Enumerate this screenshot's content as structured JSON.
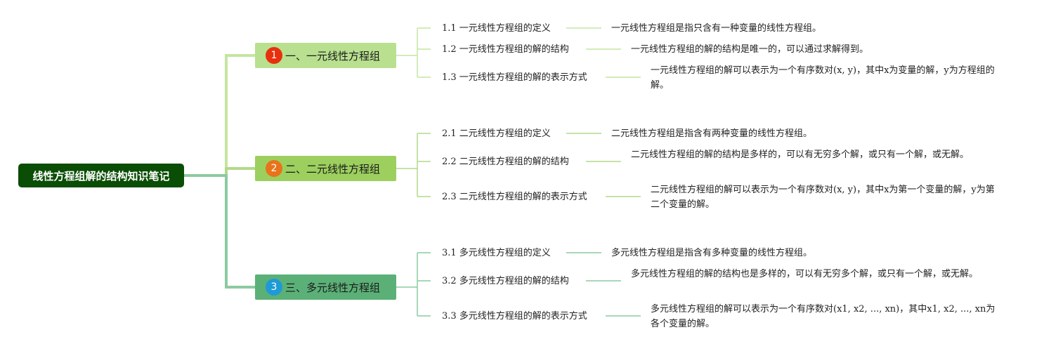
{
  "root": {
    "label": "线性方程组解的结构知识笔记"
  },
  "branches": [
    {
      "number": "1",
      "label": "一、一元线性方程组",
      "color": "#b8e08f",
      "badge_color": "#e8300e",
      "line_color": "#c4e6a0",
      "children": [
        {
          "title": "1.1 一元线性方程组的定义",
          "content": "一元线性方程组是指只含有一种变量的线性方程组。"
        },
        {
          "title": "1.2 一元线性方程组的解的结构",
          "content": "一元线性方程组的解的结构是唯一的，可以通过求解得到。"
        },
        {
          "title": "1.3 一元线性方程组的解的表示方式",
          "content": "一元线性方程组的解可以表示为一个有序数对(x, y)，其中x为变量的解，y为方程组的解。"
        }
      ]
    },
    {
      "number": "2",
      "label": "二、二元线性方程组",
      "color": "#9ccf5e",
      "badge_color": "#e8731a",
      "line_color": "#b3d98a",
      "children": [
        {
          "title": "2.1 二元线性方程组的定义",
          "content": "二元线性方程组是指含有两种变量的线性方程组。"
        },
        {
          "title": "2.2 二元线性方程组的解的结构",
          "content": "二元线性方程组的解的结构是多样的，可以有无穷多个解，或只有一个解，或无解。"
        },
        {
          "title": "2.3 二元线性方程组的解的表示方式",
          "content": "二元线性方程组的解可以表示为一个有序数对(x, y)，其中x为第一个变量的解，y为第二个变量的解。"
        }
      ]
    },
    {
      "number": "3",
      "label": "三、多元线性方程组",
      "color": "#5bb077",
      "badge_color": "#1e9ad6",
      "line_color": "#8ccaa0",
      "children": [
        {
          "title": "3.1 多元线性方程组的定义",
          "content": "多元线性方程组是指含有多种变量的线性方程组。"
        },
        {
          "title": "3.2 多元线性方程组的解的结构",
          "content": "多元线性方程组的解的结构也是多样的，可以有无穷多个解，或只有一个解，或无解。"
        },
        {
          "title": "3.3 多元线性方程组的解的表示方式",
          "content": "多元线性方程组的解可以表示为一个有序数对(x1, x2, ..., xn)，其中x1, x2, ..., xn为各个变量的解。"
        }
      ]
    }
  ]
}
